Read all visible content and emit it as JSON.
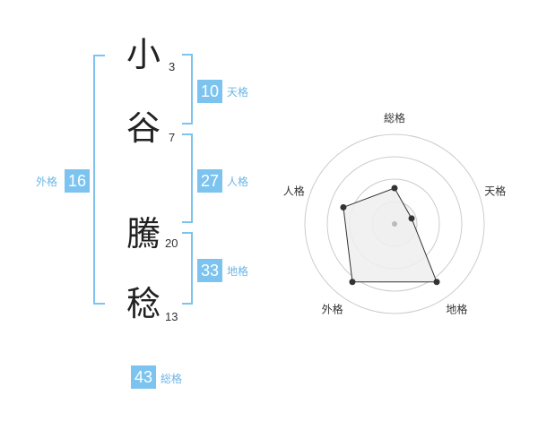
{
  "characters": [
    {
      "char": "小",
      "strokes": "3"
    },
    {
      "char": "谷",
      "strokes": "7"
    },
    {
      "char": "騰",
      "strokes": "20"
    },
    {
      "char": "稔",
      "strokes": "13"
    }
  ],
  "fortune": {
    "tenkaku": {
      "value": "10",
      "label": "天格"
    },
    "jinkaku": {
      "value": "27",
      "label": "人格"
    },
    "chikaku": {
      "value": "33",
      "label": "地格"
    },
    "gaikaku": {
      "value": "16",
      "label": "外格"
    },
    "soukaku": {
      "value": "43",
      "label": "総格"
    }
  },
  "colors": {
    "accent": "#7cc4ef",
    "radar_fill": "#efefef",
    "ring": "#cccccc"
  },
  "chart_data": {
    "type": "radar",
    "axes": [
      "総格",
      "天格",
      "地格",
      "外格",
      "人格"
    ],
    "values": [
      2,
      1,
      4,
      4,
      3
    ],
    "range": [
      0,
      5
    ],
    "rings": 4
  }
}
